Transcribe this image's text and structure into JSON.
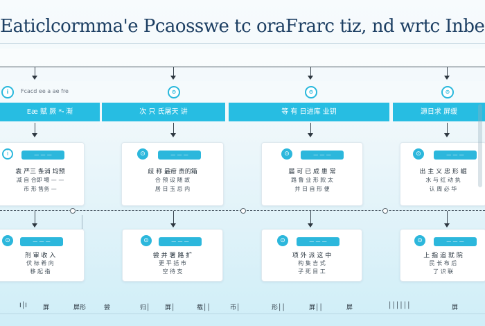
{
  "title": "Eaticlcormma'e Pcaosswe tc oraFrarc tiz, nd wrtc Inbecory",
  "top_strip": [
    {
      "icon": "i",
      "label": "Fcacd ee a ae fre"
    },
    {
      "icon": "⊙",
      "label": ""
    },
    {
      "icon": "⊙",
      "label": ""
    },
    {
      "icon": "⊙",
      "label": ""
    }
  ],
  "stages": [
    {
      "label": "Eæ 赋 厥 *⬞ 漸"
    },
    {
      "label": "次 只 氏屠天 讲"
    },
    {
      "label": "等 有 日进库 业钥"
    },
    {
      "label": "源日求 屏缓"
    }
  ],
  "cards_top": [
    {
      "icon": "i",
      "tag": "— — —",
      "lines": [
        "袁 严三 条消 均预",
        "减 自 合即 場 — —",
        "币 形 售务 —"
      ]
    },
    {
      "icon": "⊙",
      "tag": "— — —",
      "lines": [
        "歧 称 最疳 责的箱",
        "合 预 设 随 故",
        "居 日 玉 忌 内"
      ]
    },
    {
      "icon": "⊙",
      "tag": "— — —",
      "lines": [
        "届 可 已 成 患 常",
        "路 鲁 业 形 款 太",
        "并 日 自 形 便"
      ]
    },
    {
      "icon": "⊙",
      "tag": "— — —",
      "lines": [
        "出 主 义 忠 形 崛",
        "水 与 红 动 执",
        "认 周 必 华"
      ]
    }
  ],
  "cards_bottom": [
    {
      "icon": "⊙",
      "tag": "— — —",
      "lines": [
        "剂 审 收 入",
        "伏 标 希 向",
        "移 起 指"
      ]
    },
    {
      "icon": "⊙",
      "tag": "— — —",
      "lines": [
        "尝 并 署 路 扩",
        "更 平 括 市",
        "空 待 支"
      ]
    },
    {
      "icon": "⊙",
      "tag": "— — —",
      "lines": [
        "项 外 派 这 中",
        "构 集 吉 式",
        "子 死 目 工"
      ]
    },
    {
      "icon": "⊙",
      "tag": "— — —",
      "lines": [
        "上 指 追 就 院",
        "民 长 布 后",
        "了 识 联"
      ]
    }
  ],
  "bottom_labels": [
    "I│I",
    "屏",
    "屏形",
    "尝",
    "归│",
    "屏│",
    "载││",
    "币│",
    "形││",
    "屏││",
    "屏",
    "││││││",
    "屏"
  ],
  "colors": {
    "accent": "#27bde2",
    "title": "#1d3f63",
    "background": "#e2f3f9"
  }
}
